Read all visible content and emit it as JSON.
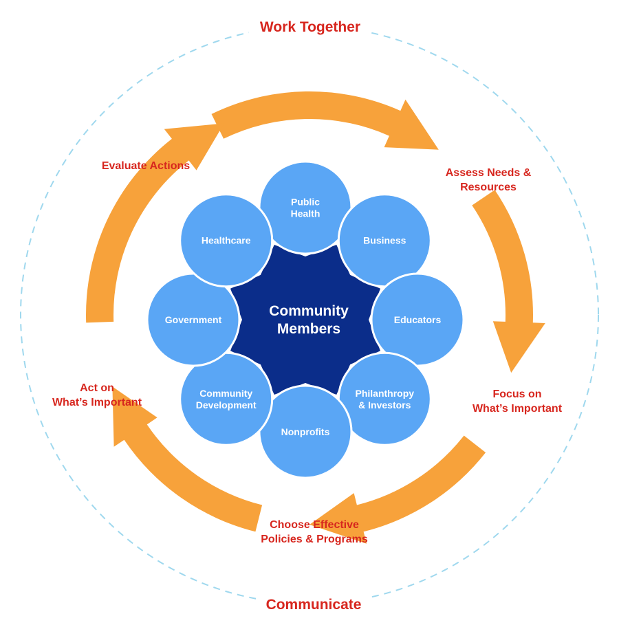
{
  "colors": {
    "petal": "#5aa6f5",
    "hub": "#0b2d8a",
    "arrow": "#f7a23b",
    "label_red": "#d7261e",
    "ring_dash": "#9fd8ee"
  },
  "outer_ring": {
    "top_label": "Work Together",
    "bottom_label": "Communicate"
  },
  "cycle_steps": [
    {
      "lines": [
        "Evaluate Actions"
      ]
    },
    {
      "lines": [
        "Assess Needs &",
        "Resources"
      ]
    },
    {
      "lines": [
        "Focus on",
        "What’s Important"
      ]
    },
    {
      "lines": [
        "Choose Effective",
        "Policies & Programs"
      ]
    },
    {
      "lines": [
        "Act on",
        "What’s Important"
      ]
    }
  ],
  "hub": {
    "lines": [
      "Community",
      "Members"
    ]
  },
  "sectors": [
    {
      "lines": [
        "Public",
        "Health"
      ]
    },
    {
      "lines": [
        "Business"
      ]
    },
    {
      "lines": [
        "Educators"
      ]
    },
    {
      "lines": [
        "Philanthropy",
        "& Investors"
      ]
    },
    {
      "lines": [
        "Nonprofits"
      ]
    },
    {
      "lines": [
        "Community",
        "Development"
      ]
    },
    {
      "lines": [
        "Government"
      ]
    },
    {
      "lines": [
        "Healthcare"
      ]
    }
  ]
}
